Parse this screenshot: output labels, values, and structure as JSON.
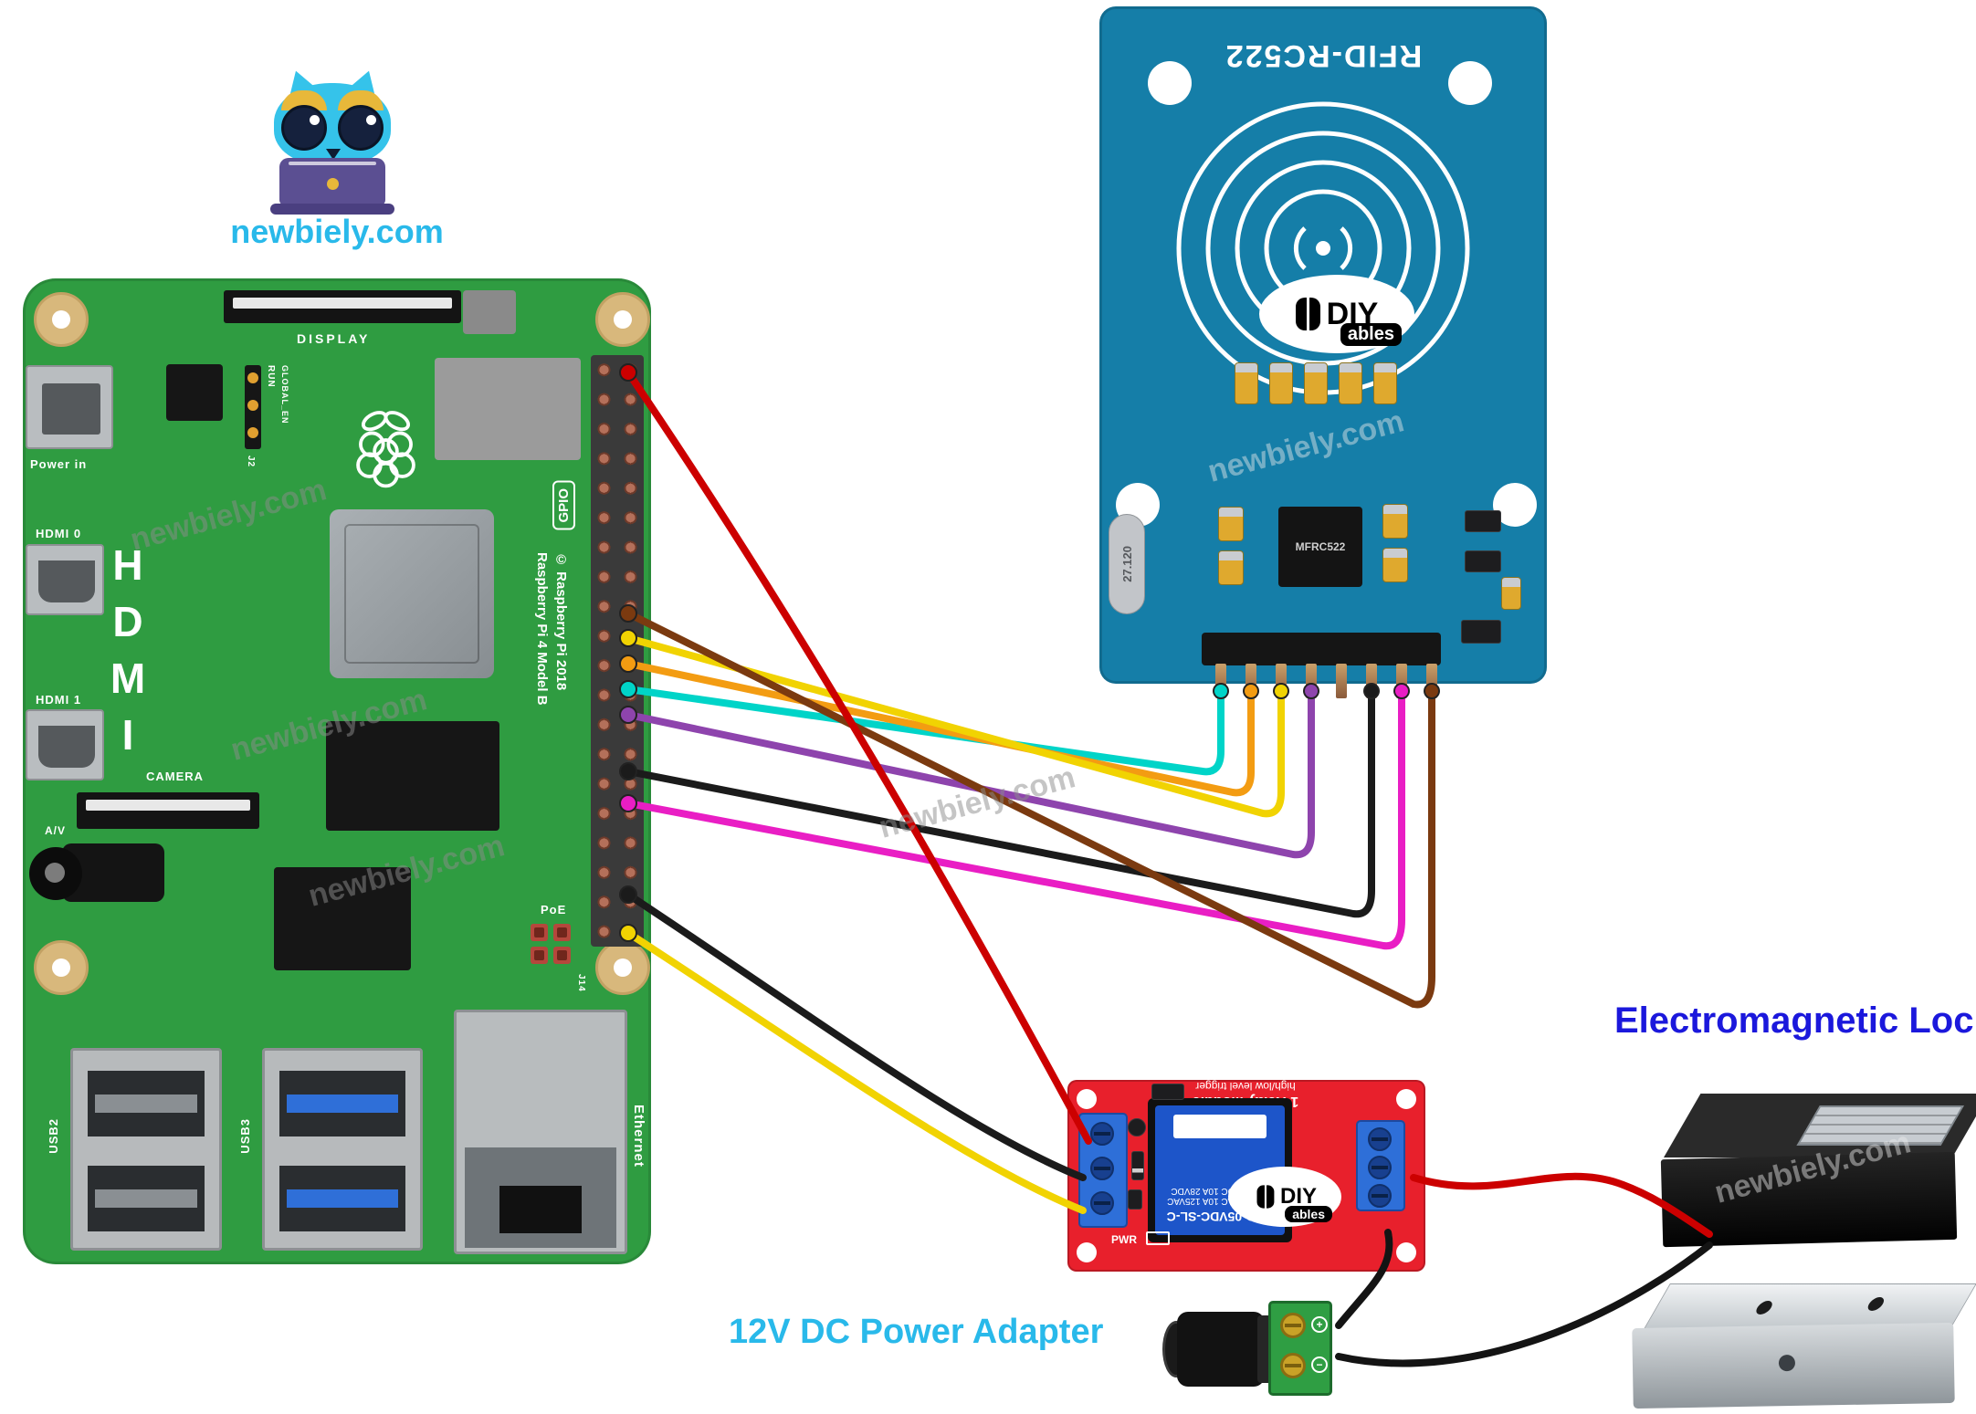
{
  "branding": {
    "logo_text": "newbiely.com"
  },
  "watermark": {
    "text": "newbiely.com"
  },
  "colors": {
    "pi_green": "#2f9c41",
    "rfid_teal": "#157ea8",
    "relay_red": "#e8202c",
    "terminal_blue": "#2e6fd8",
    "adapter_green": "#2f9e43",
    "brand_cyan": "#29b9ea",
    "lock_label_blue": "#1b18dc"
  },
  "raspberry_pi": {
    "labels": {
      "power_in": "Power in",
      "display": "DISPLAY",
      "run": "RUN",
      "global_en": "GLOBAL_EN",
      "j2": "J2",
      "hdmi_big": "HDMI",
      "hdmi0": "HDMI 0",
      "hdmi1": "HDMI 1",
      "camera": "CAMERA",
      "av": "A/V",
      "gpio": "GPIO",
      "model_line1": "Raspberry Pi 4 Model B",
      "model_line2": "© Raspberry Pi 2018",
      "poe": "PoE",
      "j14": "J14",
      "usb2": "USB2",
      "usb3": "USB3",
      "ethernet": "Ethernet"
    }
  },
  "rfid_module": {
    "title": "RFID-RC522",
    "chip_label": "MFRC522",
    "crystal_label": "27.120",
    "brand": {
      "top": "DIY",
      "bottom": "ables"
    }
  },
  "relay_module": {
    "header_line1": "1 Relay Module",
    "header_line2": "high/low level trigger",
    "relay_line1": "SRD-05VDC-SL-C",
    "relay_line2": "10A 250VAC 10A 125VAC",
    "relay_line3": "10A 30VDC 10A 28VDC",
    "pwr": "PWR",
    "brand": {
      "top": "DIY",
      "bottom": "ables"
    }
  },
  "adapter": {
    "plus": "+",
    "minus": "−"
  },
  "captions": {
    "electromagnetic_lock": {
      "text": "Electromagnetic Lock"
    },
    "power_adapter": {
      "text": "12V DC Power Adapter"
    }
  },
  "wires": [
    {
      "id": "w-sda",
      "color": "#00d4c8"
    },
    {
      "id": "w-sck",
      "color": "#f39c12"
    },
    {
      "id": "w-mosi",
      "color": "#f1d302"
    },
    {
      "id": "w-miso",
      "color": "#8e44ad"
    },
    {
      "id": "w-gnd-rfid",
      "color": "#1b1b1b"
    },
    {
      "id": "w-rst",
      "color": "#e91ec4"
    },
    {
      "id": "w-3v3",
      "color": "#7b3a10"
    },
    {
      "id": "w-5v",
      "color": "#cc0000"
    },
    {
      "id": "w-gnd-relay",
      "color": "#1b1b1b"
    },
    {
      "id": "w-signal",
      "color": "#f1d302"
    },
    {
      "id": "w-lock-power",
      "color": "#cc0000"
    },
    {
      "id": "w-lock-gnd",
      "color": "#141414"
    },
    {
      "id": "w-adapter-relay",
      "color": "#141414"
    }
  ]
}
